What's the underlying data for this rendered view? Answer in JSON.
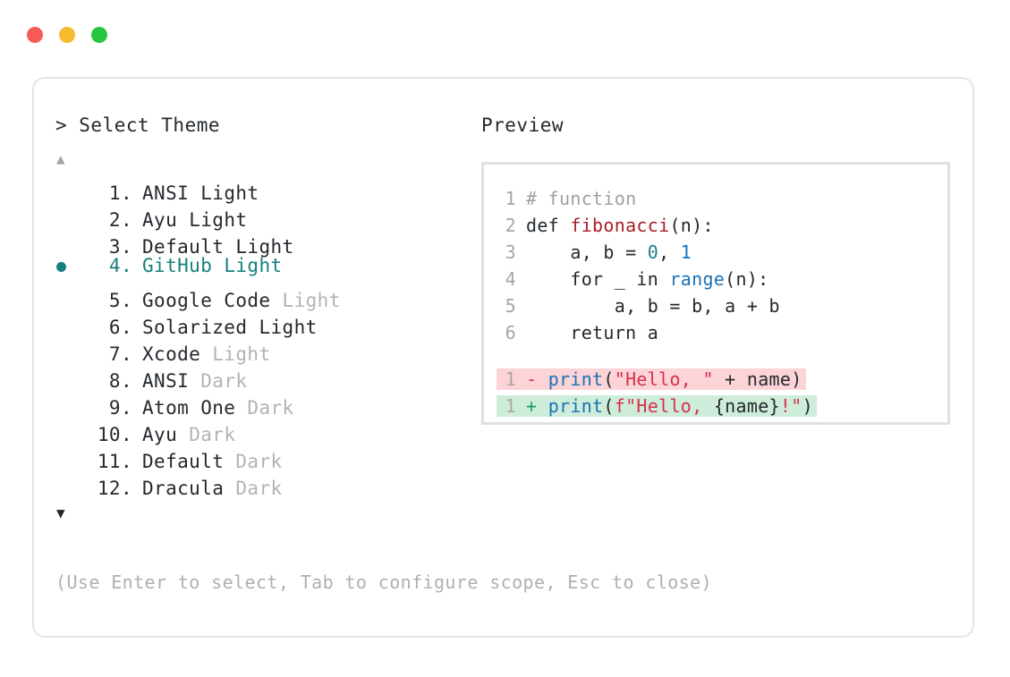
{
  "window": {
    "dots": [
      {
        "name": "close",
        "color": "#f75b58"
      },
      {
        "name": "minimize",
        "color": "#f6bb2f"
      },
      {
        "name": "maximize",
        "color": "#28c63f"
      }
    ]
  },
  "selector": {
    "prompt": "> Select Theme",
    "scroll_up_glyph": "▲",
    "scroll_down_glyph": "▼",
    "selected_index": 4,
    "items": [
      {
        "num": " 1.",
        "name": "ANSI",
        "variant": "Light",
        "variant_dim": false,
        "selected": false
      },
      {
        "num": " 2.",
        "name": "Ayu",
        "variant": "Light",
        "variant_dim": false,
        "selected": false
      },
      {
        "num": " 3.",
        "name": "Default",
        "variant": "Light",
        "variant_dim": false,
        "selected": false
      },
      {
        "num": " 4.",
        "name": "GitHub",
        "variant": "Light",
        "variant_dim": false,
        "selected": true
      },
      {
        "num": " 5.",
        "name": "Google Code",
        "variant": "Light",
        "variant_dim": true,
        "selected": false
      },
      {
        "num": " 6.",
        "name": "Solarized",
        "variant": "Light",
        "variant_dim": false,
        "selected": false
      },
      {
        "num": " 7.",
        "name": "Xcode",
        "variant": "Light",
        "variant_dim": true,
        "selected": false
      },
      {
        "num": " 8.",
        "name": "ANSI",
        "variant": "Dark",
        "variant_dim": true,
        "selected": false
      },
      {
        "num": " 9.",
        "name": "Atom One",
        "variant": "Dark",
        "variant_dim": true,
        "selected": false
      },
      {
        "num": "10.",
        "name": "Ayu",
        "variant": "Dark",
        "variant_dim": true,
        "selected": false
      },
      {
        "num": "11.",
        "name": "Default",
        "variant": "Dark",
        "variant_dim": true,
        "selected": false
      },
      {
        "num": "12.",
        "name": "Dracula",
        "variant": "Dark",
        "variant_dim": true,
        "selected": false
      }
    ]
  },
  "preview": {
    "label": "Preview",
    "code_lines": [
      {
        "ln": "1",
        "tokens": [
          {
            "t": "# function",
            "c": "tok-comment"
          }
        ]
      },
      {
        "ln": "2",
        "tokens": [
          {
            "t": "def ",
            "c": "tok-kw"
          },
          {
            "t": "fibonacci",
            "c": "tok-fn"
          },
          {
            "t": "(n):",
            "c": "tok-plain"
          }
        ]
      },
      {
        "ln": "3",
        "tokens": [
          {
            "t": "    a, b = ",
            "c": "tok-plain"
          },
          {
            "t": "0",
            "c": "tok-num"
          },
          {
            "t": ", ",
            "c": "tok-plain"
          },
          {
            "t": "1",
            "c": "tok-num2"
          }
        ]
      },
      {
        "ln": "4",
        "tokens": [
          {
            "t": "    for _ in ",
            "c": "tok-plain"
          },
          {
            "t": "range",
            "c": "tok-builtin"
          },
          {
            "t": "(n):",
            "c": "tok-plain"
          }
        ]
      },
      {
        "ln": "5",
        "tokens": [
          {
            "t": "        a, b = b, a + b",
            "c": "tok-plain"
          }
        ]
      },
      {
        "ln": "6",
        "tokens": [
          {
            "t": "    return a",
            "c": "tok-plain"
          }
        ]
      }
    ],
    "diff_lines": [
      {
        "ln": "1",
        "sign": "-",
        "kind": "del",
        "tokens": [
          {
            "t": "print",
            "c": "tok-call"
          },
          {
            "t": "(",
            "c": "tok-plain"
          },
          {
            "t": "\"Hello, \"",
            "c": "tok-str"
          },
          {
            "t": " + name)",
            "c": "tok-plain"
          }
        ]
      },
      {
        "ln": "1",
        "sign": "+",
        "kind": "add",
        "tokens": [
          {
            "t": "print",
            "c": "tok-call"
          },
          {
            "t": "(",
            "c": "tok-plain"
          },
          {
            "t": "f\"Hello, ",
            "c": "tok-str"
          },
          {
            "t": "{name}",
            "c": "tok-plain"
          },
          {
            "t": "!\"",
            "c": "tok-str"
          },
          {
            "t": ")",
            "c": "tok-plain"
          }
        ]
      }
    ]
  },
  "footer": {
    "hint": "(Use Enter to select, Tab to configure scope, Esc to close)"
  },
  "colors": {
    "accent_teal": "#15807c",
    "diff_del_bg": "#fcd3d6",
    "diff_add_bg": "#cdecd9",
    "muted": "#b0b0b0"
  }
}
